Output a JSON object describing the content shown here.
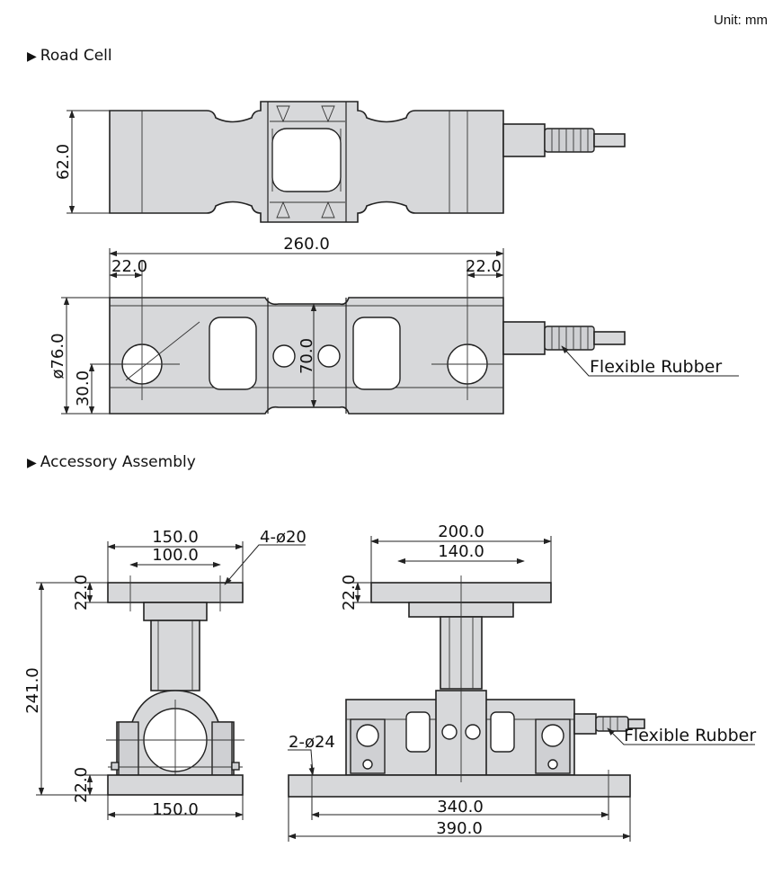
{
  "unit_label": "Unit: mm",
  "sections": {
    "load_cell": "Road Cell",
    "accessory": "Accessory Assembly"
  },
  "load_cell": {
    "top_height": "62.0",
    "total_length": "260.0",
    "left_offset": "22.0",
    "right_offset": "22.0",
    "diameter": "ø76.0",
    "hole_height": "30.0",
    "center_height": "70.0",
    "callout": "Flexible Rubber"
  },
  "accessory": {
    "side_top_width": "150.0",
    "side_hole_span": "100.0",
    "holes_top": "4-ø20",
    "side_top_plate": "22.0",
    "side_total_height": "241.0",
    "side_bottom_plate": "22.0",
    "side_bottom_width": "150.0",
    "front_top_width": "200.0",
    "front_hole_span": "140.0",
    "front_top_plate": "22.0",
    "holes_base": "2-ø24",
    "callout": "Flexible Rubber",
    "base_hole_span": "340.0",
    "base_width": "390.0"
  }
}
